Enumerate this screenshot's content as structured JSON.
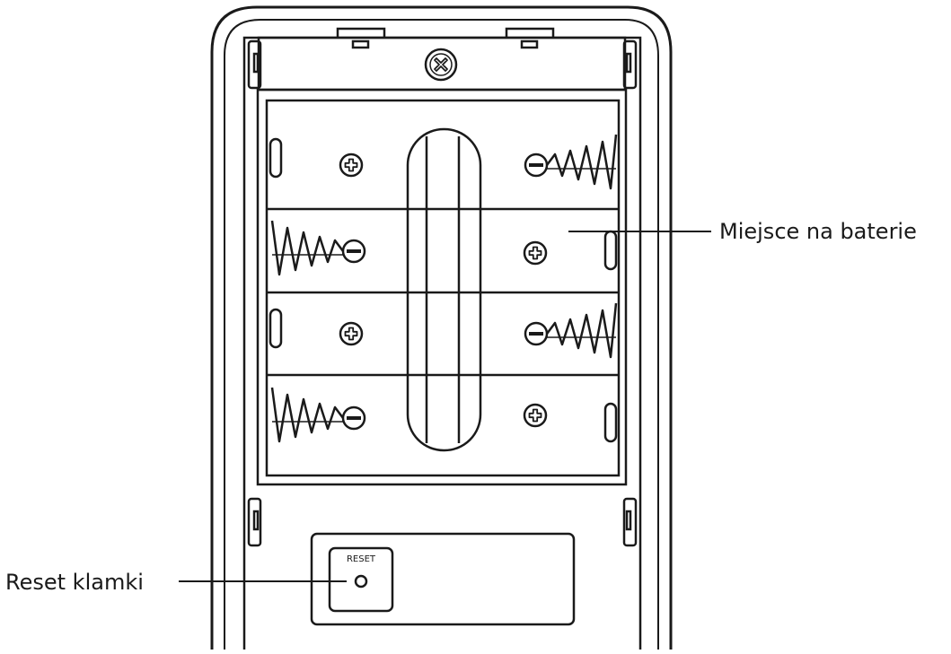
{
  "callouts": {
    "battery_compartment": "Miejsce na baterie",
    "reset_handle": "Reset klamki"
  },
  "device": {
    "reset_button_text": "RESET"
  },
  "icons": {
    "screw": "screw-icon",
    "plus": "plus-terminal-icon",
    "minus": "minus-terminal-icon",
    "spring": "spring-contact-icon"
  },
  "colors": {
    "line": "#1a1a1a",
    "background": "#ffffff"
  }
}
